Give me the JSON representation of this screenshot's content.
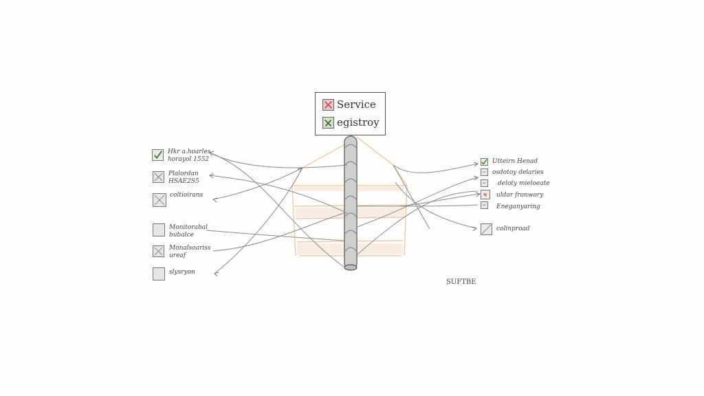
{
  "sign": {
    "line1": "Service",
    "line2": "egistroy"
  },
  "left_items": [
    {
      "label": "Hkr a.hoarles\nhorayol 1552",
      "state": "checked"
    },
    {
      "label": "Plalordan\nHSAE2S5",
      "state": "crossed"
    },
    {
      "label": "coltioirans",
      "state": "crossed"
    },
    {
      "label": "Monitorabal\nbubalce",
      "state": "empty"
    },
    {
      "label": "Monalsoariss\nureaf",
      "state": "crossed"
    },
    {
      "label": "slysryon",
      "state": "empty"
    }
  ],
  "right_items": [
    {
      "label": "Utteirn Henad",
      "state": "checked"
    },
    {
      "label": "osdotoy delaries",
      "state": "dash"
    },
    {
      "label": "deloty mieloeate",
      "state": "dash"
    },
    {
      "label": "uldar fronwory",
      "state": "red-mark"
    },
    {
      "label": "Eneganyaring",
      "state": "dash"
    },
    {
      "label": "colinproad",
      "state": "crossed"
    }
  ],
  "footer_label": "SUFTBE",
  "colors": {
    "ink": "#555555",
    "check_green": "#3f6b2e",
    "cross_red": "#c8505a",
    "orange_sketch": "#e9b98a"
  }
}
